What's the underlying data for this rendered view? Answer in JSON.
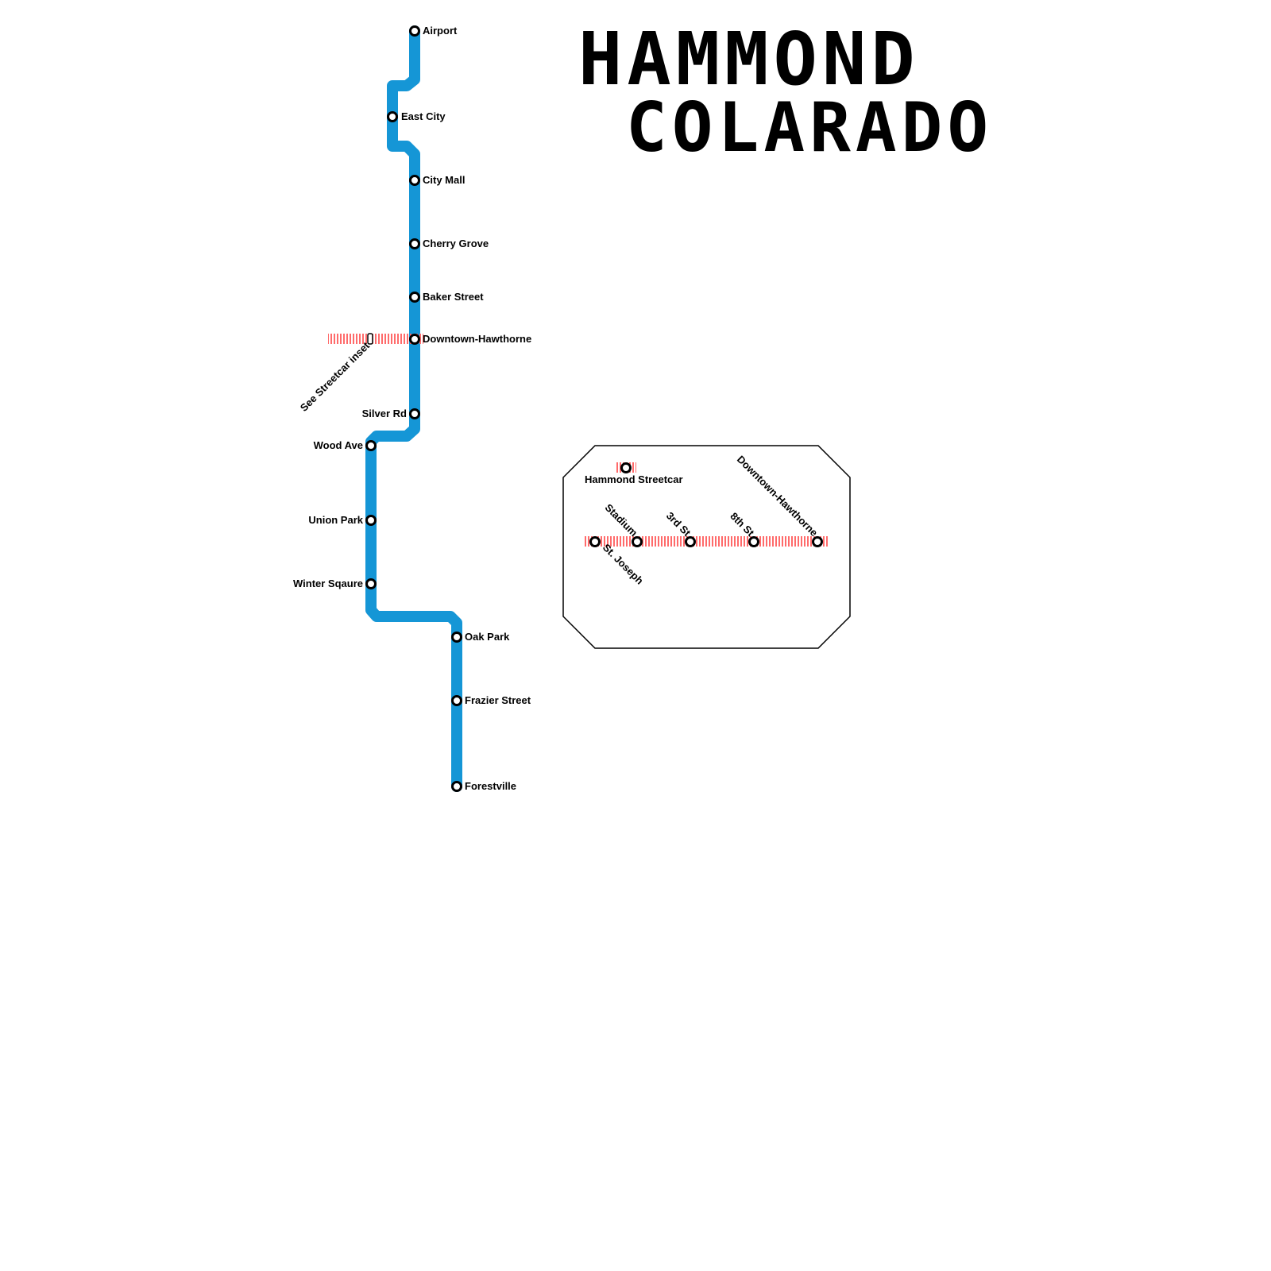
{
  "title": {
    "line1": "HAMMOND",
    "line2": "COLARADO"
  },
  "colors": {
    "main_line": "#1596d6",
    "streetcar": "#ff6b6b",
    "station_stroke": "#000000",
    "station_fill": "#ffffff",
    "text": "#000000"
  },
  "main_line": {
    "stations": [
      {
        "id": "airport",
        "label": "Airport"
      },
      {
        "id": "east-city",
        "label": "East City"
      },
      {
        "id": "city-mall",
        "label": "City Mall"
      },
      {
        "id": "cherry-grove",
        "label": "Cherry Grove"
      },
      {
        "id": "baker-street",
        "label": "Baker Street"
      },
      {
        "id": "downtown-hawthorne",
        "label": "Downtown-Hawthorne"
      },
      {
        "id": "silver-rd",
        "label": "Silver Rd"
      },
      {
        "id": "wood-ave",
        "label": "Wood Ave"
      },
      {
        "id": "union-park",
        "label": "Union Park"
      },
      {
        "id": "winter-sqaure",
        "label": "Winter Sqaure"
      },
      {
        "id": "oak-park",
        "label": "Oak Park"
      },
      {
        "id": "frazier-street",
        "label": "Frazier Street"
      },
      {
        "id": "forestville",
        "label": "Forestville"
      }
    ]
  },
  "streetcar_note": "See Streetcar inset",
  "inset": {
    "legend_label": "Hammond Streetcar",
    "stations": [
      {
        "id": "st-joseph",
        "label": "St. Joseph"
      },
      {
        "id": "stadium",
        "label": "Stadium"
      },
      {
        "id": "3rd-st",
        "label": "3rd St"
      },
      {
        "id": "8th-st",
        "label": "8th St"
      },
      {
        "id": "downtown-hawthorne",
        "label": "Downtown-Hawthorne"
      }
    ]
  }
}
